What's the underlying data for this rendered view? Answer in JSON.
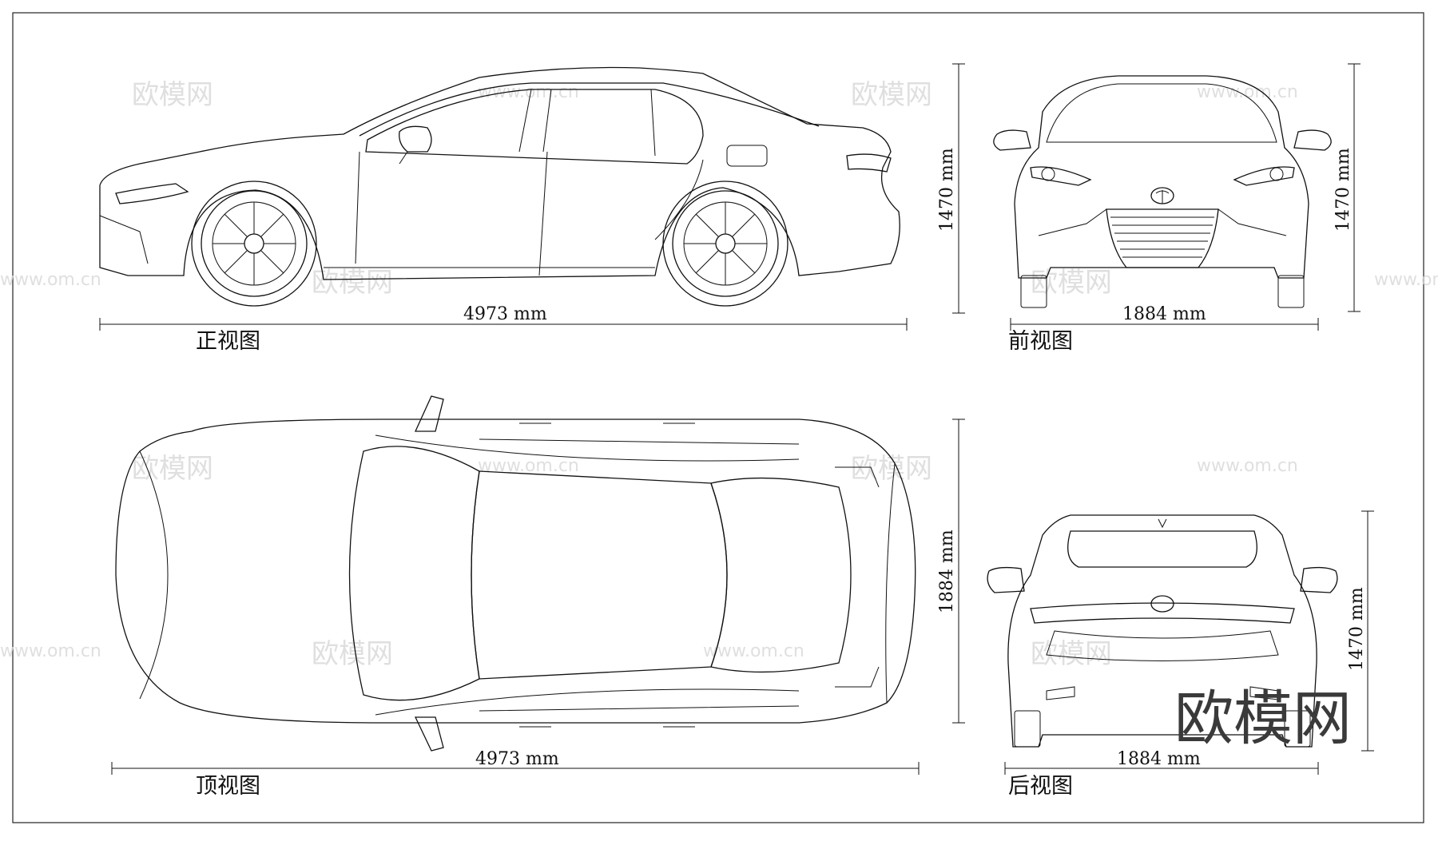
{
  "dimensions": {
    "side_length": "4973 mm",
    "side_height": "1470 mm",
    "front_width": "1884 mm",
    "front_height": "1470 mm",
    "top_length": "4973 mm",
    "top_width": "1884 mm",
    "rear_width": "1884 mm",
    "rear_height": "1470 mm"
  },
  "view_labels": {
    "side": "正视图",
    "front": "前视图",
    "top": "顶视图",
    "rear": "后视图"
  },
  "watermark": {
    "logo_text": "欧模网",
    "url_text": "www.om.cn"
  }
}
